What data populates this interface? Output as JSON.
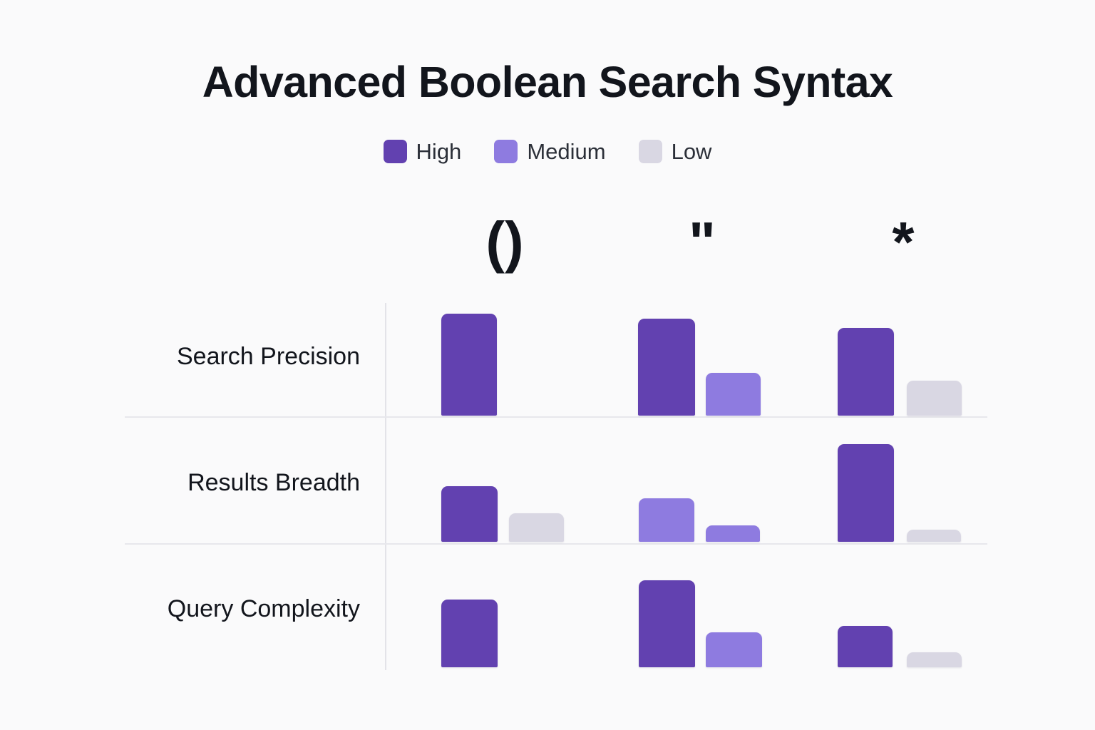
{
  "title": "Advanced Boolean Search Syntax",
  "colors": {
    "background": "#FAFAFB",
    "text": "#12151C",
    "high": "#6241B0",
    "medium": "#8E7BE0",
    "low": "#D9D7E3",
    "gridline": "#E7E7EC",
    "axis": "#E3E3E8"
  },
  "legend": {
    "position": "top-center",
    "items": [
      {
        "label": "High",
        "color": "#6241B0",
        "key": "high"
      },
      {
        "label": "Medium",
        "color": "#8E7BE0",
        "key": "medium"
      },
      {
        "label": "Low",
        "color": "#D9D7E3",
        "key": "low"
      }
    ]
  },
  "chart_data": {
    "type": "bar",
    "title": "Advanced Boolean Search Syntax",
    "subtitle": "",
    "xlabel": "",
    "ylabel": "",
    "grid": true,
    "orientation": "vertical",
    "layout": "matrix-3x3",
    "legend_position": "top-center",
    "columns": [
      {
        "symbol": "()",
        "name": "parentheses-grouping"
      },
      {
        "symbol": "\"",
        "name": "exact-phrase-quotes"
      },
      {
        "symbol": "*",
        "name": "wildcard-asterisk"
      }
    ],
    "categories": [
      "Search Precision",
      "Results Breadth",
      "Query Complexity"
    ],
    "levels": [
      "High",
      "Medium",
      "Low"
    ],
    "ylim": [
      0,
      100
    ],
    "cells": [
      {
        "row": "Search Precision",
        "column": "()",
        "bars": [
          {
            "level": "High",
            "value": 100
          }
        ]
      },
      {
        "row": "Search Precision",
        "column": "\"",
        "bars": [
          {
            "level": "High",
            "value": 95
          },
          {
            "level": "Medium",
            "value": 41
          }
        ]
      },
      {
        "row": "Search Precision",
        "column": "*",
        "bars": [
          {
            "level": "High",
            "value": 86
          },
          {
            "level": "Low",
            "value": 34
          }
        ]
      },
      {
        "row": "Results Breadth",
        "column": "()",
        "bars": [
          {
            "level": "High",
            "value": 55
          },
          {
            "level": "Low",
            "value": 27
          }
        ]
      },
      {
        "row": "Results Breadth",
        "column": "\"",
        "bars": [
          {
            "level": "Medium",
            "value": 43
          },
          {
            "level": "Medium",
            "value": 16
          }
        ]
      },
      {
        "row": "Results Breadth",
        "column": "*",
        "bars": [
          {
            "level": "High",
            "value": 96
          },
          {
            "level": "Low",
            "value": 11
          }
        ]
      },
      {
        "row": "Query Complexity",
        "column": "()",
        "bars": [
          {
            "level": "High",
            "value": 65
          }
        ]
      },
      {
        "row": "Query Complexity",
        "column": "\"",
        "bars": [
          {
            "level": "High",
            "value": 85
          },
          {
            "level": "Medium",
            "value": 33
          }
        ]
      },
      {
        "row": "Query Complexity",
        "column": "*",
        "bars": [
          {
            "level": "High",
            "value": 40
          },
          {
            "level": "Low",
            "value": 14
          }
        ]
      }
    ]
  },
  "geometry": {
    "rows": [
      {
        "label": "Search Precision",
        "baseline": 583,
        "label_top": 482
      },
      {
        "label": "Results Breadth",
        "baseline": 760,
        "label_top": 659
      },
      {
        "label": "Query Complexity",
        "baseline": 936,
        "label_top": 836
      }
    ],
    "bars": [
      {
        "row": 0,
        "col": 0,
        "level": "high",
        "x": 619,
        "w": 78,
        "top": 440
      },
      {
        "row": 0,
        "col": 1,
        "level": "high",
        "x": 895,
        "w": 80,
        "top": 447
      },
      {
        "row": 0,
        "col": 1,
        "level": "medium",
        "x": 990,
        "w": 77,
        "top": 523
      },
      {
        "row": 0,
        "col": 2,
        "level": "high",
        "x": 1175,
        "w": 79,
        "top": 460
      },
      {
        "row": 0,
        "col": 2,
        "level": "low",
        "x": 1272,
        "w": 77,
        "top": 534
      },
      {
        "row": 1,
        "col": 0,
        "level": "high",
        "x": 619,
        "w": 79,
        "top": 682
      },
      {
        "row": 1,
        "col": 0,
        "level": "low",
        "x": 714,
        "w": 77,
        "top": 720
      },
      {
        "row": 1,
        "col": 1,
        "level": "medium",
        "x": 896,
        "w": 78,
        "top": 699
      },
      {
        "row": 1,
        "col": 1,
        "level": "medium",
        "x": 990,
        "w": 76,
        "top": 737
      },
      {
        "row": 1,
        "col": 2,
        "level": "high",
        "x": 1175,
        "w": 79,
        "top": 623
      },
      {
        "row": 1,
        "col": 2,
        "level": "low",
        "x": 1272,
        "w": 76,
        "top": 743
      },
      {
        "row": 2,
        "col": 0,
        "level": "high",
        "x": 619,
        "w": 79,
        "top": 841
      },
      {
        "row": 2,
        "col": 1,
        "level": "high",
        "x": 896,
        "w": 79,
        "top": 814
      },
      {
        "row": 2,
        "col": 1,
        "level": "medium",
        "x": 990,
        "w": 79,
        "top": 887
      },
      {
        "row": 2,
        "col": 2,
        "level": "high",
        "x": 1175,
        "w": 77,
        "top": 878
      },
      {
        "row": 2,
        "col": 2,
        "level": "low",
        "x": 1272,
        "w": 77,
        "top": 915
      }
    ]
  }
}
